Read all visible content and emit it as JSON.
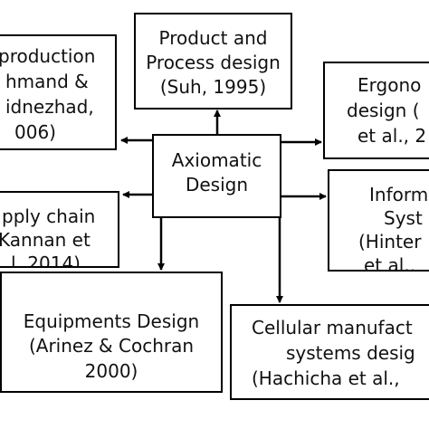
{
  "diagram": {
    "center": {
      "lines": [
        "Axiomatic",
        "Design"
      ]
    },
    "nodes": {
      "product": {
        "lines": [
          "Product and",
          "Process design",
          "(Suh, 1995)"
        ]
      },
      "production": {
        "lines": [
          "production",
          "hmand &",
          "idnezhad,",
          "006)"
        ]
      },
      "ergonomics": {
        "lines": [
          "Ergono",
          "design (",
          "et al., 2"
        ]
      },
      "supply": {
        "lines": [
          "pply chain",
          "Kannan et",
          "l.,2014)"
        ]
      },
      "information": {
        "lines": [
          "Inform",
          "Syst",
          "(Hinter",
          "et al., "
        ]
      },
      "equipments": {
        "lines": [
          "Equipments Design",
          "(Arinez & Cochran",
          "2000)"
        ]
      },
      "cellular": {
        "lines": [
          "Cellular manufact",
          "systems desig",
          "(Hachicha et al., "
        ]
      }
    },
    "colors": {
      "line": "#000000",
      "text": "#111111",
      "background": "#ffffff"
    }
  }
}
